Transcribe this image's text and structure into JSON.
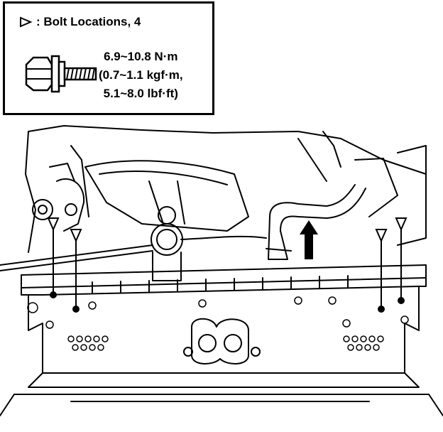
{
  "legend": {
    "title": ": Bolt Locations, 4",
    "torque_nm": "6.9~10.8 N·m",
    "torque_kgf": "(0.7~1.1 kgf·m,",
    "torque_lbf": "5.1~8.0 lbf·ft)"
  },
  "icons": {
    "bolt_location_marker": "triangle-marker-icon",
    "bolt": "flange-bolt-icon",
    "direction": "up-arrow-icon"
  }
}
